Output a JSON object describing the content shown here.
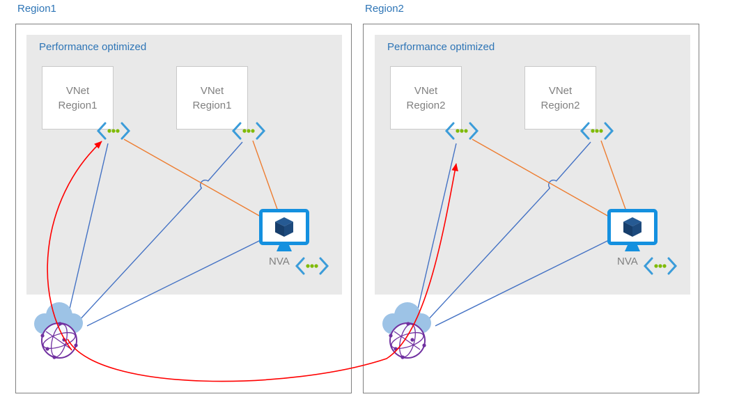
{
  "diagram": {
    "regions": [
      {
        "label": "Region1",
        "container_label": "Performance optimized",
        "vnets": [
          {
            "line1": "VNet",
            "line2": "Region1"
          },
          {
            "line1": "VNet",
            "line2": "Region1"
          }
        ],
        "nva_label": "NVA"
      },
      {
        "label": "Region2",
        "container_label": "Performance optimized",
        "vnets": [
          {
            "line1": "VNet",
            "line2": "Region2"
          },
          {
            "line1": "VNet",
            "line2": "Region2"
          }
        ],
        "nva_label": "NVA"
      }
    ],
    "icons": {
      "gateway": "expressroute-gateway-icon",
      "nva": "nva-monitor-icon",
      "cloud": "internet-cloud-globe-icon"
    },
    "colors": {
      "region_label_blue": "#2E75B6",
      "container_fill": "#E9E9E9",
      "vnet_border": "#C9C9C9",
      "gray_text": "#808080",
      "blue_line": "#4472C4",
      "orange_line": "#ED7D31",
      "red_arrow": "#FF0000",
      "gateway_bracket_blue": "#3B9CD9",
      "gateway_dot_green": "#7FBA00",
      "nva_monitor_blue": "#1490DF",
      "cloud_blue": "#9DC3E6",
      "globe_purple": "#7030A0"
    }
  }
}
